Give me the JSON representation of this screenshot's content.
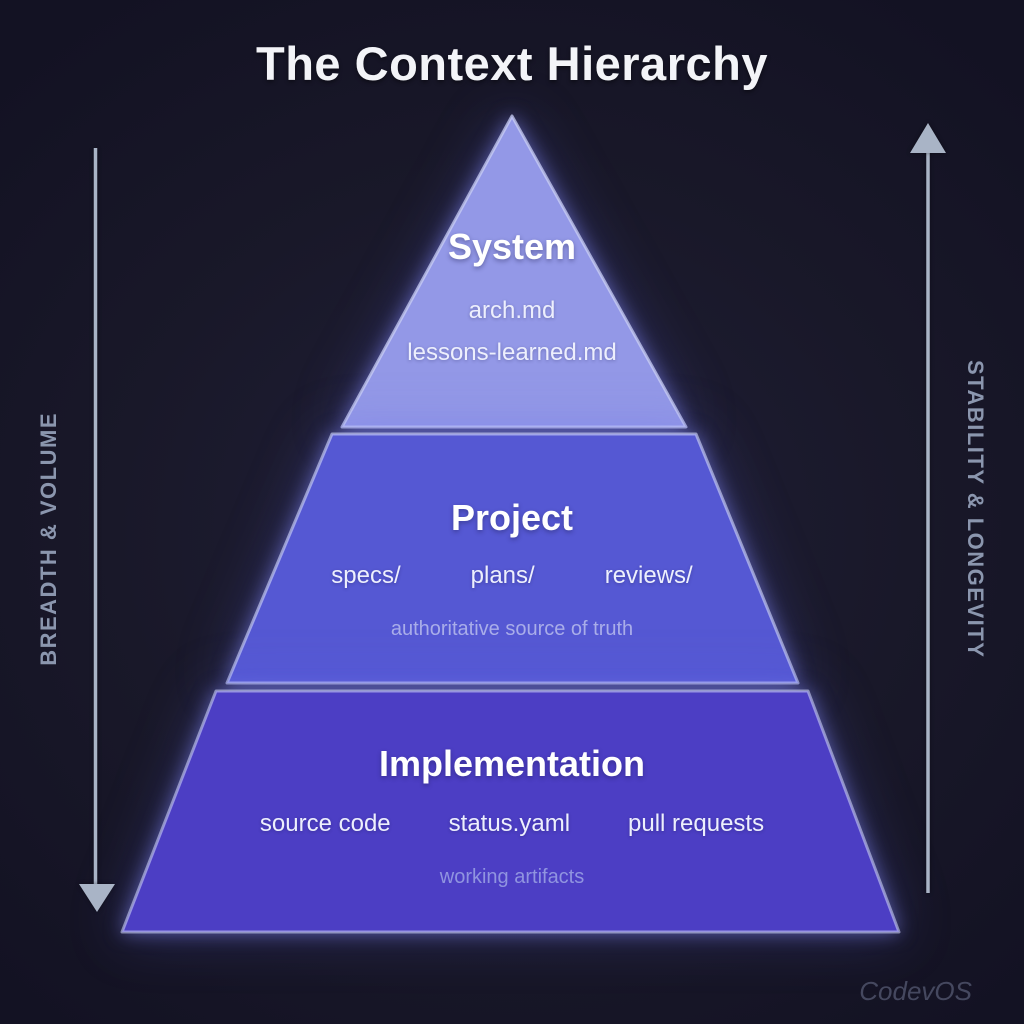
{
  "title": "The Context Hierarchy",
  "axes": {
    "left": {
      "label": "BREADTH & VOLUME",
      "direction": "down"
    },
    "right": {
      "label": "STABILITY & LONGEVITY",
      "direction": "up"
    }
  },
  "pyramid": {
    "tiers": [
      {
        "name": "System",
        "items": [
          "arch.md",
          "lessons-learned.md"
        ],
        "caption": "",
        "fill": "#9398e7"
      },
      {
        "name": "Project",
        "items": [
          "specs/",
          "plans/",
          "reviews/"
        ],
        "caption": "authoritative source of truth",
        "fill": "#5558d3"
      },
      {
        "name": "Implementation",
        "items": [
          "source code",
          "status.yaml",
          "pull requests"
        ],
        "caption": "working artifacts",
        "fill": "#4c3ec4"
      }
    ]
  },
  "watermark": "CodevOS",
  "colors": {
    "background": "#191829",
    "tier_stroke": "#c9cff4",
    "arrow": "#a9b4c6",
    "axis_label": "#8b96ae",
    "heading_text": "#ffffff",
    "item_text": "#edeffd",
    "caption_text": "#a9ade9",
    "title_text": "#f3f4f8",
    "watermark_text": "#45485f"
  }
}
